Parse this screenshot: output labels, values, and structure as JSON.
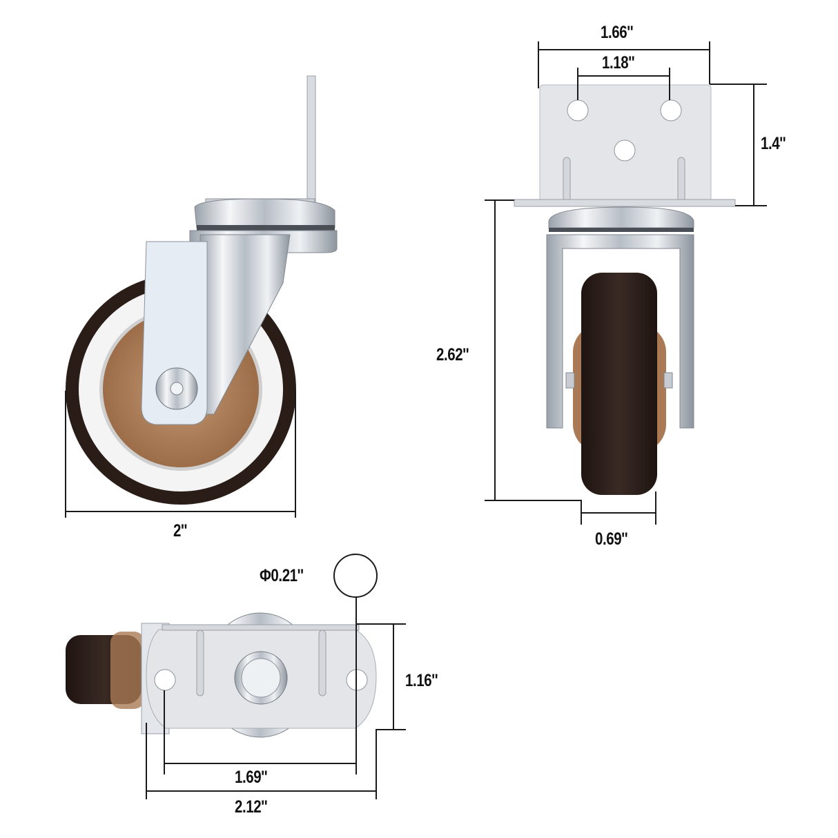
{
  "diagram": {
    "subject": "Swivel caster wheel with L-bracket top plate",
    "colors": {
      "dimension_line": "#1a1a1a",
      "label": "#111111",
      "tire": "#2a1d18",
      "hub": "#a97a55",
      "hub_ring": "#e8e8e8",
      "metal_light": "#eceff3",
      "metal_mid": "#c9ced6",
      "metal_dark": "#8a9099",
      "plate": "#e3e5e8"
    },
    "views": {
      "side_view": {
        "dimensions": {
          "wheel_diameter": "2''"
        }
      },
      "front_view": {
        "dimensions": {
          "plate_width": "1.66''",
          "hole_spacing_top": "1.18''",
          "plate_height": "1.4''",
          "overall_height": "2.62''",
          "wheel_width": "0.69''"
        }
      },
      "top_view": {
        "dimensions": {
          "hole_diameter": "Φ0.21''",
          "plate_depth": "1.16''",
          "hole_spacing": "1.69''",
          "overall_length": "2.12''"
        }
      }
    }
  }
}
